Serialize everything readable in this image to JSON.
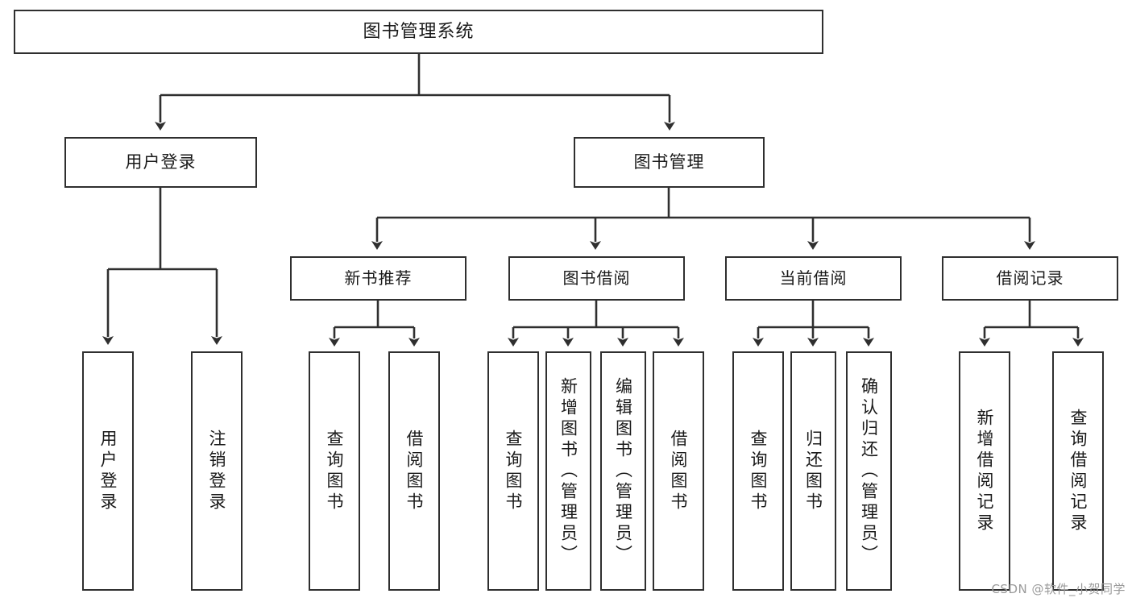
{
  "diagram": {
    "title": "图书管理系统",
    "watermark": "CSDN @软件_小贺同学",
    "colors": {
      "box_border": "#2f2f2f",
      "box_fill": "#ffffff",
      "connector": "#2f2f2f",
      "text": "#1a1a1a",
      "watermark": "#9a9a9a",
      "background": "#ffffff"
    },
    "root": {
      "label": "图书管理系统"
    },
    "level2": [
      {
        "label": "用户登录"
      },
      {
        "label": "图书管理"
      }
    ],
    "level3": [
      {
        "label": "新书推荐"
      },
      {
        "label": "图书借阅"
      },
      {
        "label": "当前借阅"
      },
      {
        "label": "借阅记录"
      }
    ],
    "leaves": {
      "user_login": [
        {
          "label": "用户登录"
        },
        {
          "label": "注销登录"
        }
      ],
      "new_book_rec": [
        {
          "label": "查询图书"
        },
        {
          "label": "借阅图书"
        }
      ],
      "book_borrow": [
        {
          "label": "查询图书"
        },
        {
          "label": "新增图书（管理员）"
        },
        {
          "label": "编辑图书（管理员）"
        },
        {
          "label": "借阅图书"
        }
      ],
      "current_borrow": [
        {
          "label": "查询图书"
        },
        {
          "label": "归还图书"
        },
        {
          "label": "确认归还（管理员）"
        }
      ],
      "borrow_record": [
        {
          "label": "新增借阅记录"
        },
        {
          "label": "查询借阅记录"
        }
      ]
    }
  }
}
